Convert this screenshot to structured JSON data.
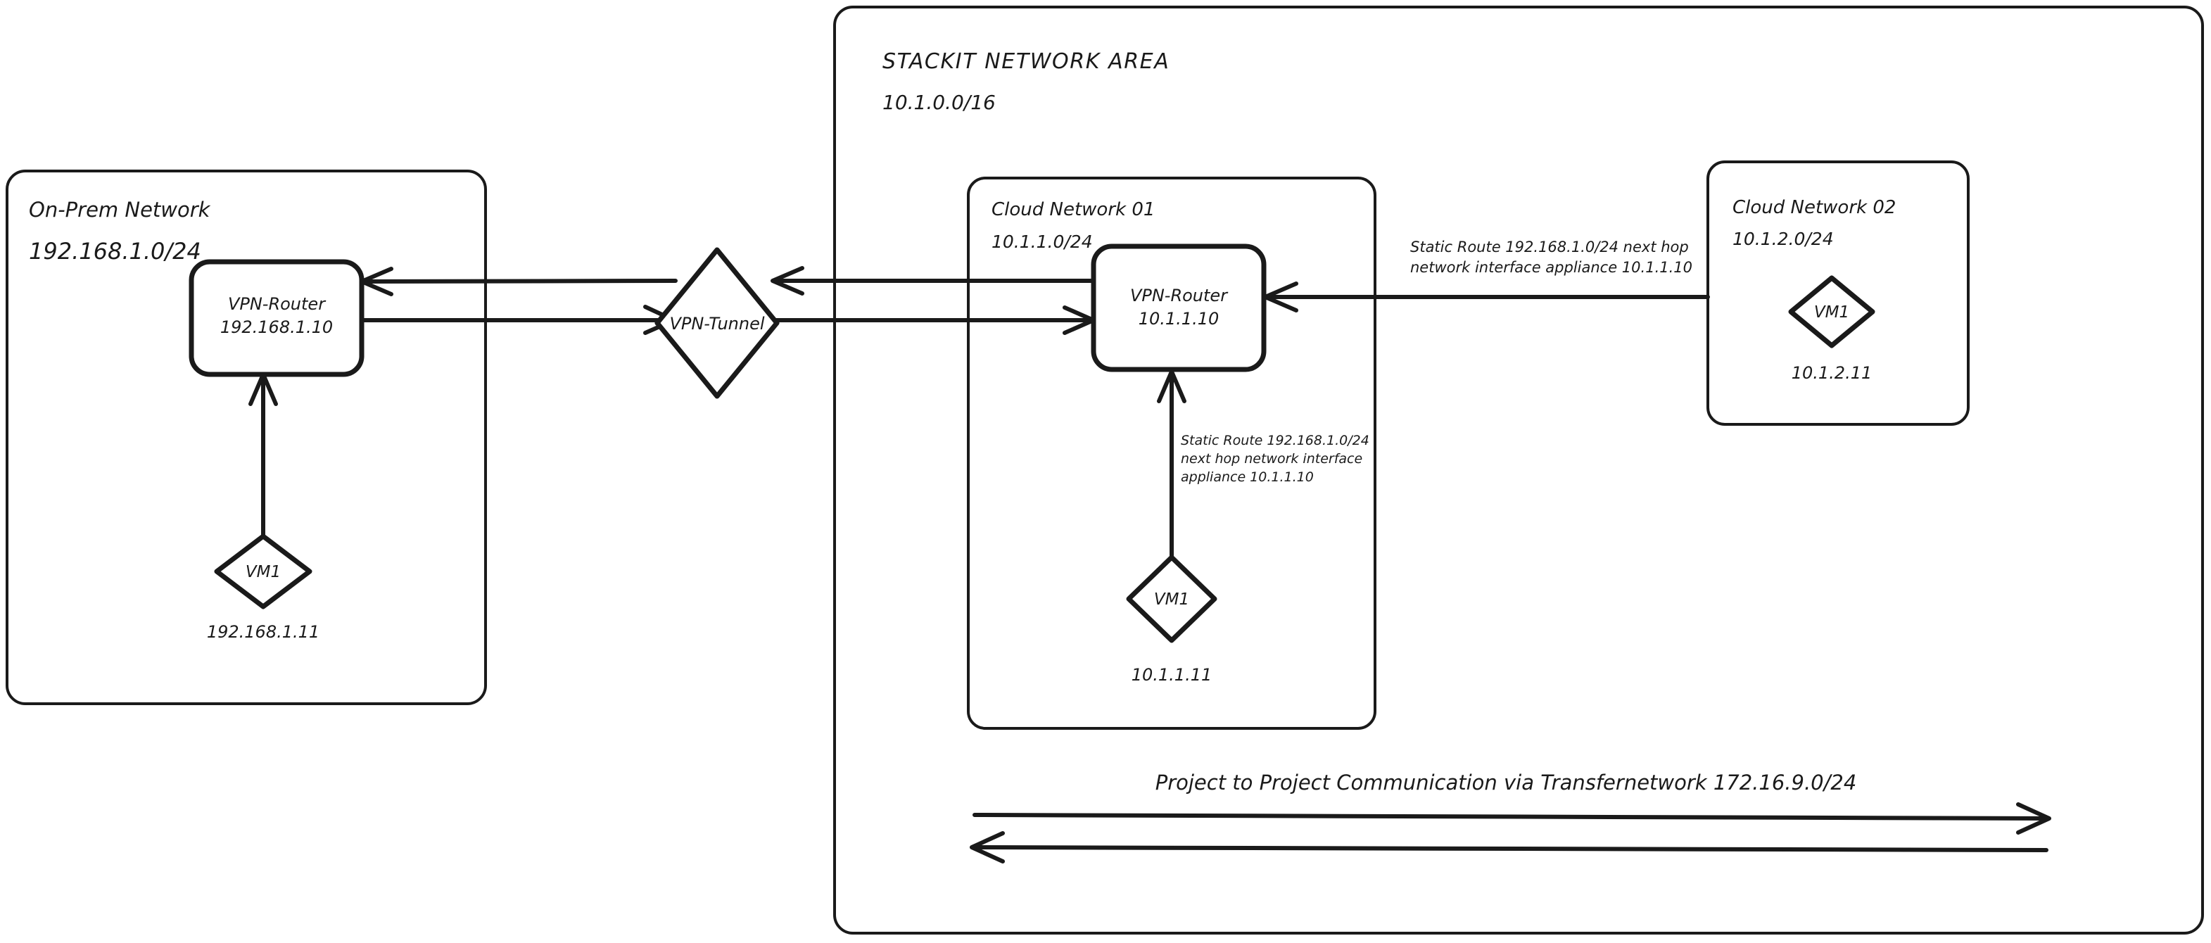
{
  "diagram": {
    "title": "STACKIT Network Area network diagram",
    "colors": {
      "stroke": "#1a1a1a",
      "fill": "#ffffff",
      "background": "#ffffff"
    },
    "areas": {
      "stackit": {
        "title": "STACKIT NETWORK AREA",
        "cidr": "10.1.0.0/16"
      },
      "onprem": {
        "title": "On-Prem Network",
        "cidr": "192.168.1.0/24"
      },
      "cloud_network_01": {
        "title": "Cloud Network 01",
        "cidr": "10.1.1.0/24"
      },
      "cloud_network_02": {
        "title": "Cloud Network 02",
        "cidr": "10.1.2.0/24"
      }
    },
    "nodes": {
      "onprem_router": {
        "label": "VPN-Router",
        "ip": "192.168.1.10"
      },
      "onprem_vm": {
        "label": "VM1",
        "ip": "192.168.1.11"
      },
      "vpn_tunnel": {
        "label": "VPN-Tunnel"
      },
      "cn01_router": {
        "label": "VPN-Router",
        "ip": "10.1.1.10"
      },
      "cn01_vm": {
        "label": "VM1",
        "ip": "10.1.1.11"
      },
      "cn02_vm": {
        "label": "VM1",
        "ip": "10.1.2.11"
      }
    },
    "annotations": {
      "static_route_cn02": {
        "line1": "Static Route 192.168.1.0/24 next hop",
        "line2": "network interface appliance 10.1.1.10"
      },
      "static_route_cn01": {
        "line1": "Static Route 192.168.1.0/24",
        "line2": "next hop network interface",
        "line3": "appliance 10.1.1.10"
      },
      "transfernetwork": "Project to Project Communication via Transfernetwork 172.16.9.0/24"
    }
  }
}
